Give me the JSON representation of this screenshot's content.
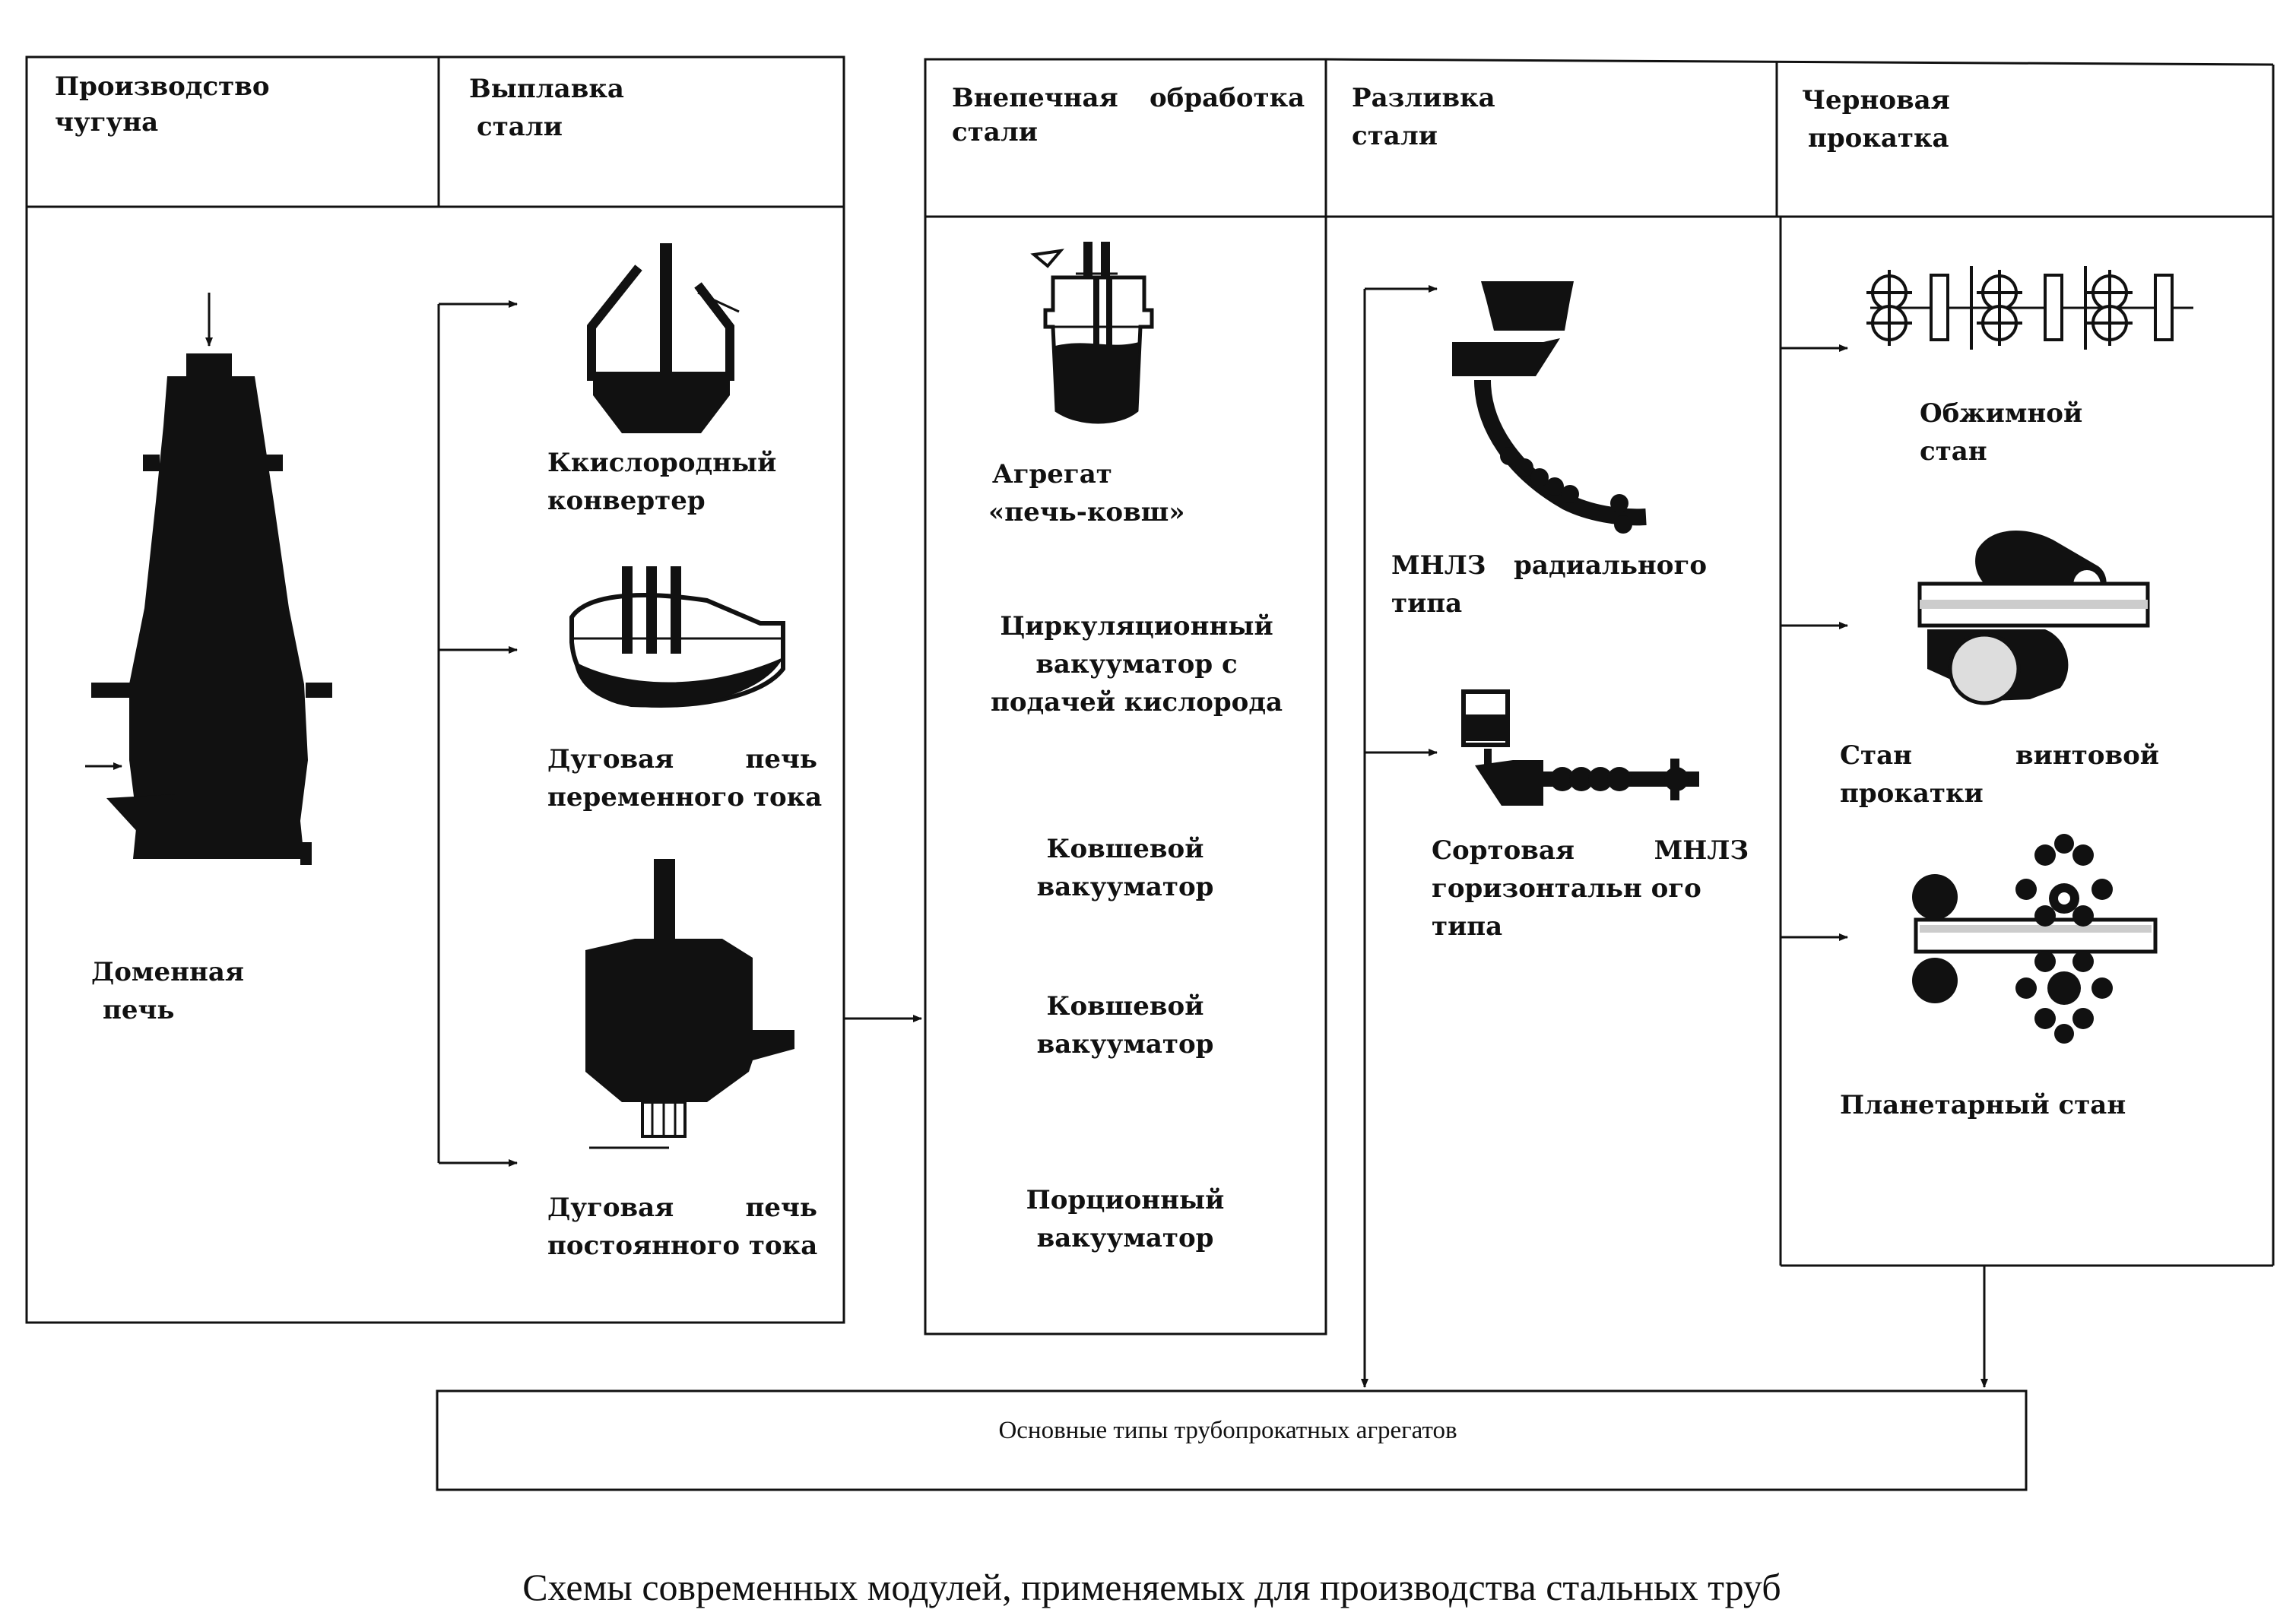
{
  "colors": {
    "ink": "#111111",
    "paper": "#ffffff",
    "light": "#dddddd"
  },
  "headers": {
    "iron": [
      "Производство",
      "чугуна"
    ],
    "steelmaking": [
      "Выплавка",
      "стали"
    ],
    "secondary": [
      "Внепечная",
      "обработка",
      "стали"
    ],
    "casting": [
      "Разливка",
      "стали"
    ],
    "rolling": [
      "Черновая",
      "прокатка"
    ]
  },
  "units": {
    "blast_furnace": [
      "Доменная",
      "печь"
    ],
    "oxygen_converter": [
      "Ккислородный",
      "конвертер"
    ],
    "ac_arc_furnace": [
      "Дуговая",
      "печь",
      "переменного тока"
    ],
    "dc_arc_furnace": [
      "Дуговая",
      "печь",
      "постоянного тока"
    ],
    "ladle_furnace": [
      "Агрегат",
      "«печь-ковш»"
    ],
    "circulation_vacuum": [
      "Циркуляционный",
      "вакууматор с",
      "подачей кислорода"
    ],
    "ladle_vacuum_1": [
      "Ковшевой",
      "вакууматор"
    ],
    "ladle_vacuum_2": [
      "Ковшевой",
      "вакууматор"
    ],
    "portion_vacuum": [
      "Порционный",
      "вакууматор"
    ],
    "radial_ccm": [
      "МНЛЗ",
      "радиального",
      "типа"
    ],
    "horizontal_ccm": [
      "Сортовая",
      "МНЛЗ",
      "горизонтальн ого",
      "типа"
    ],
    "blooming_mill": [
      "Обжимной",
      "стан"
    ],
    "screw_mill": [
      "Стан",
      "винтовой",
      "прокатки"
    ],
    "planetary_mill": [
      "Планетарный стан"
    ]
  },
  "bottom_box": "Основные типы трубопрокатных агрегатов",
  "caption": "Схемы современных модулей, применяемых для производства стальных труб",
  "icons": [
    "blast-furnace-icon",
    "oxygen-converter-icon",
    "ac-arc-furnace-icon",
    "dc-arc-furnace-icon",
    "ladle-furnace-icon",
    "radial-ccm-icon",
    "horizontal-ccm-icon",
    "blooming-mill-icon",
    "screw-rolling-mill-icon",
    "planetary-mill-icon"
  ]
}
